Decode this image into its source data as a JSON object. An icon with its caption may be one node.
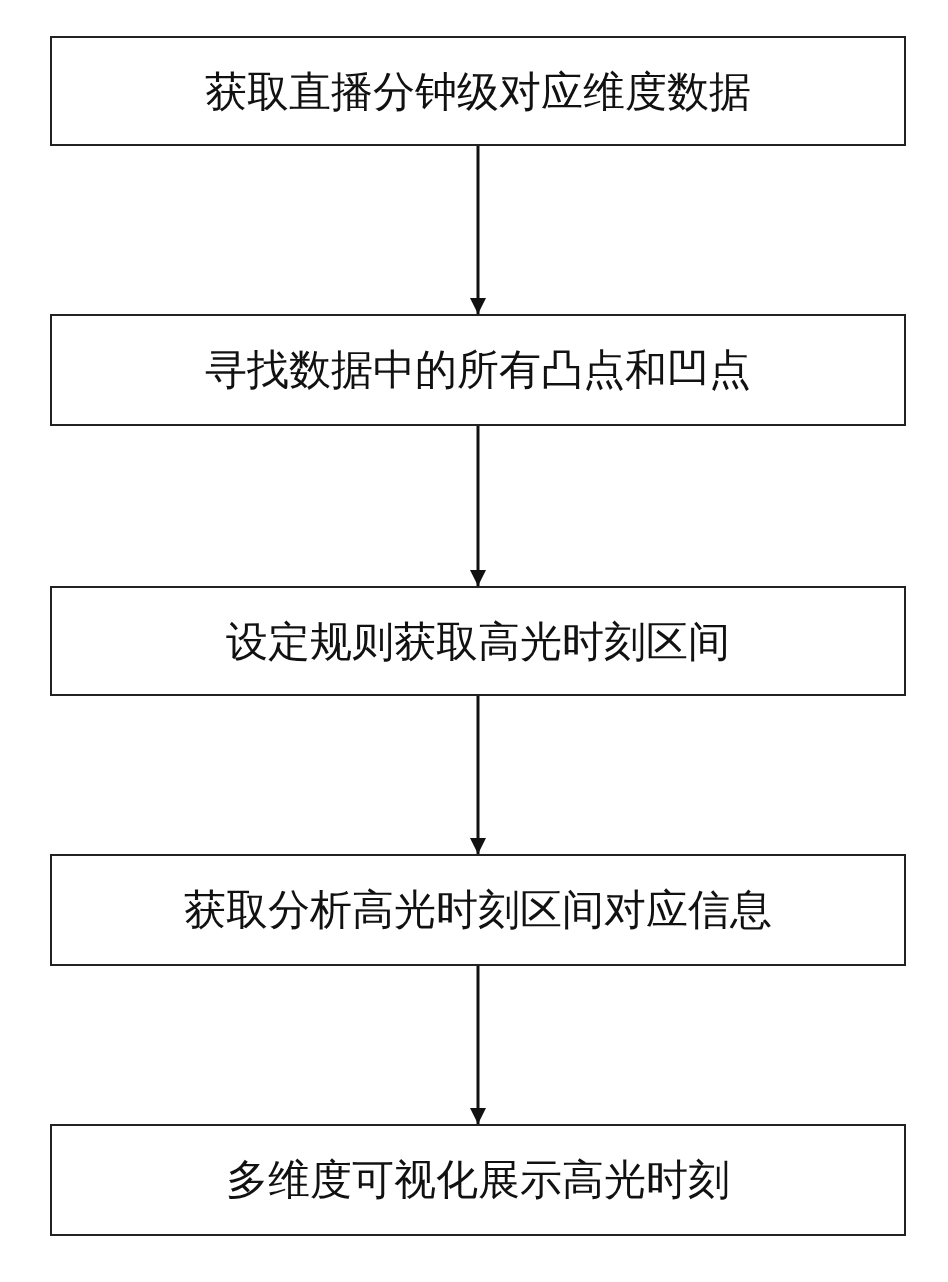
{
  "diagram": {
    "nodes": [
      {
        "text": [
          "获取直播分钟级对应维度数据"
        ]
      },
      {
        "text": [
          "寻找数据中的所有凸点和凹点"
        ]
      },
      {
        "text": [
          "设定规则获取高光时刻区间"
        ]
      },
      {
        "text": [
          "获取分析高光时刻区间对应信息"
        ]
      },
      {
        "text": [
          "多维度可视化展示高光时刻"
        ]
      }
    ],
    "edges": [
      {
        "from": 0,
        "to": 1,
        "arrow": "to"
      },
      {
        "from": 1,
        "to": 2,
        "arrow": "to"
      },
      {
        "from": 2,
        "to": 3,
        "arrow": "to"
      },
      {
        "from": 3,
        "to": 4,
        "arrow": "to"
      }
    ]
  }
}
